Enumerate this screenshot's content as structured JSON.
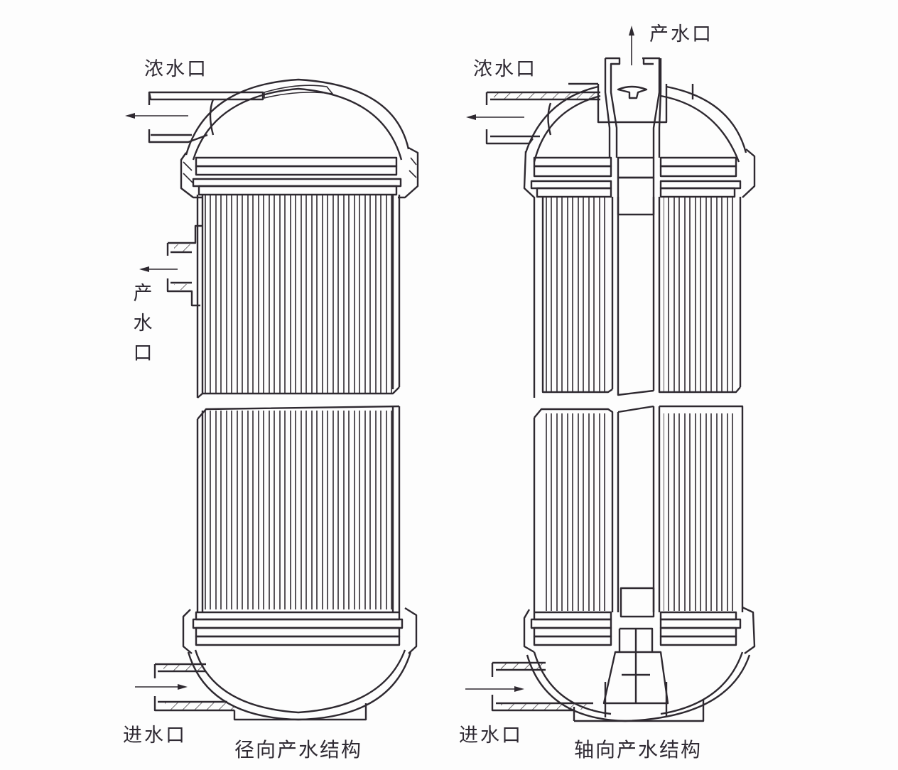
{
  "figure": {
    "description": "Two membrane pressure-vessel cross-section diagrams comparing radial and axial permeate outlet structures",
    "left_diagram": {
      "caption": "径向产水结构",
      "labels": {
        "concentrate_outlet": "浓水口",
        "permeate_outlet": "产水口",
        "permeate_outlet_chars": [
          "产",
          "水",
          "口"
        ],
        "feed_inlet": "进水口"
      },
      "flow_directions": {
        "concentrate_outlet": "left",
        "permeate_outlet": "left",
        "feed_inlet": "right"
      }
    },
    "right_diagram": {
      "caption": "轴向产水结构",
      "labels": {
        "concentrate_outlet": "浓水口",
        "permeate_outlet": "产水口",
        "feed_inlet": "进水口"
      },
      "flow_directions": {
        "concentrate_outlet": "left",
        "permeate_outlet": "up",
        "feed_inlet": "right"
      }
    },
    "colors": {
      "line": "#2e2930",
      "text": "#2f2a33",
      "background": "#fdfdfd"
    }
  }
}
